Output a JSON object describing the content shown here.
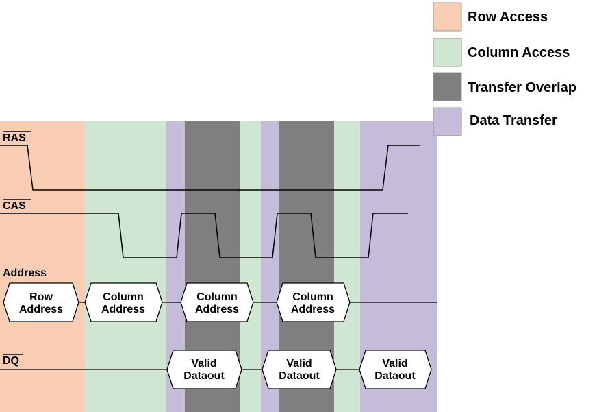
{
  "legend": [
    {
      "label": "Row Access",
      "color": "#f9cdb3"
    },
    {
      "label": "Column Access",
      "color": "#cfe6d2"
    },
    {
      "label": "Transfer Overlap",
      "color": "#7f7f7f"
    },
    {
      "label": "Data Transfer",
      "color": "#c5bcda"
    }
  ],
  "signals": {
    "ras": "RAS",
    "cas": "CAS",
    "address": "Address",
    "dq": "DQ"
  },
  "address_bus": [
    [
      "Row",
      "Address"
    ],
    [
      "Column",
      "Address"
    ],
    [
      "Column",
      "Address"
    ],
    [
      "Column",
      "Address"
    ]
  ],
  "data_bus": [
    [
      "Valid",
      "Dataout"
    ],
    [
      "Valid",
      "Dataout"
    ],
    [
      "Valid",
      "Dataout"
    ]
  ]
}
